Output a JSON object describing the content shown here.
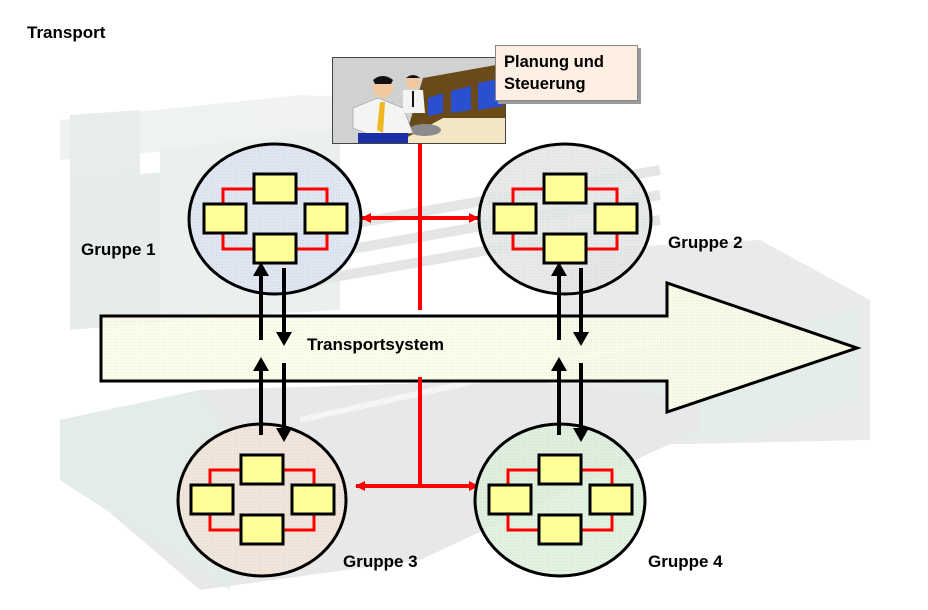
{
  "title": "Transport",
  "control": {
    "label_line1": "Planung und",
    "label_line2": "Steuerung",
    "image": "operator-at-control-desk"
  },
  "transport_system": {
    "label": "Transportsystem",
    "fill_color": "#fafbe6"
  },
  "groups": [
    {
      "label": "Gruppe 1",
      "fill_color": "#dde4f2"
    },
    {
      "label": "Gruppe 2",
      "fill_color": "#e4e6e6"
    },
    {
      "label": "Gruppe 3",
      "fill_color": "#f2e4d8"
    },
    {
      "label": "Gruppe 4",
      "fill_color": "#dcf0dc"
    }
  ],
  "colors": {
    "link": "#ff0000",
    "node_fill": "#ffff99",
    "outline": "#000000"
  }
}
